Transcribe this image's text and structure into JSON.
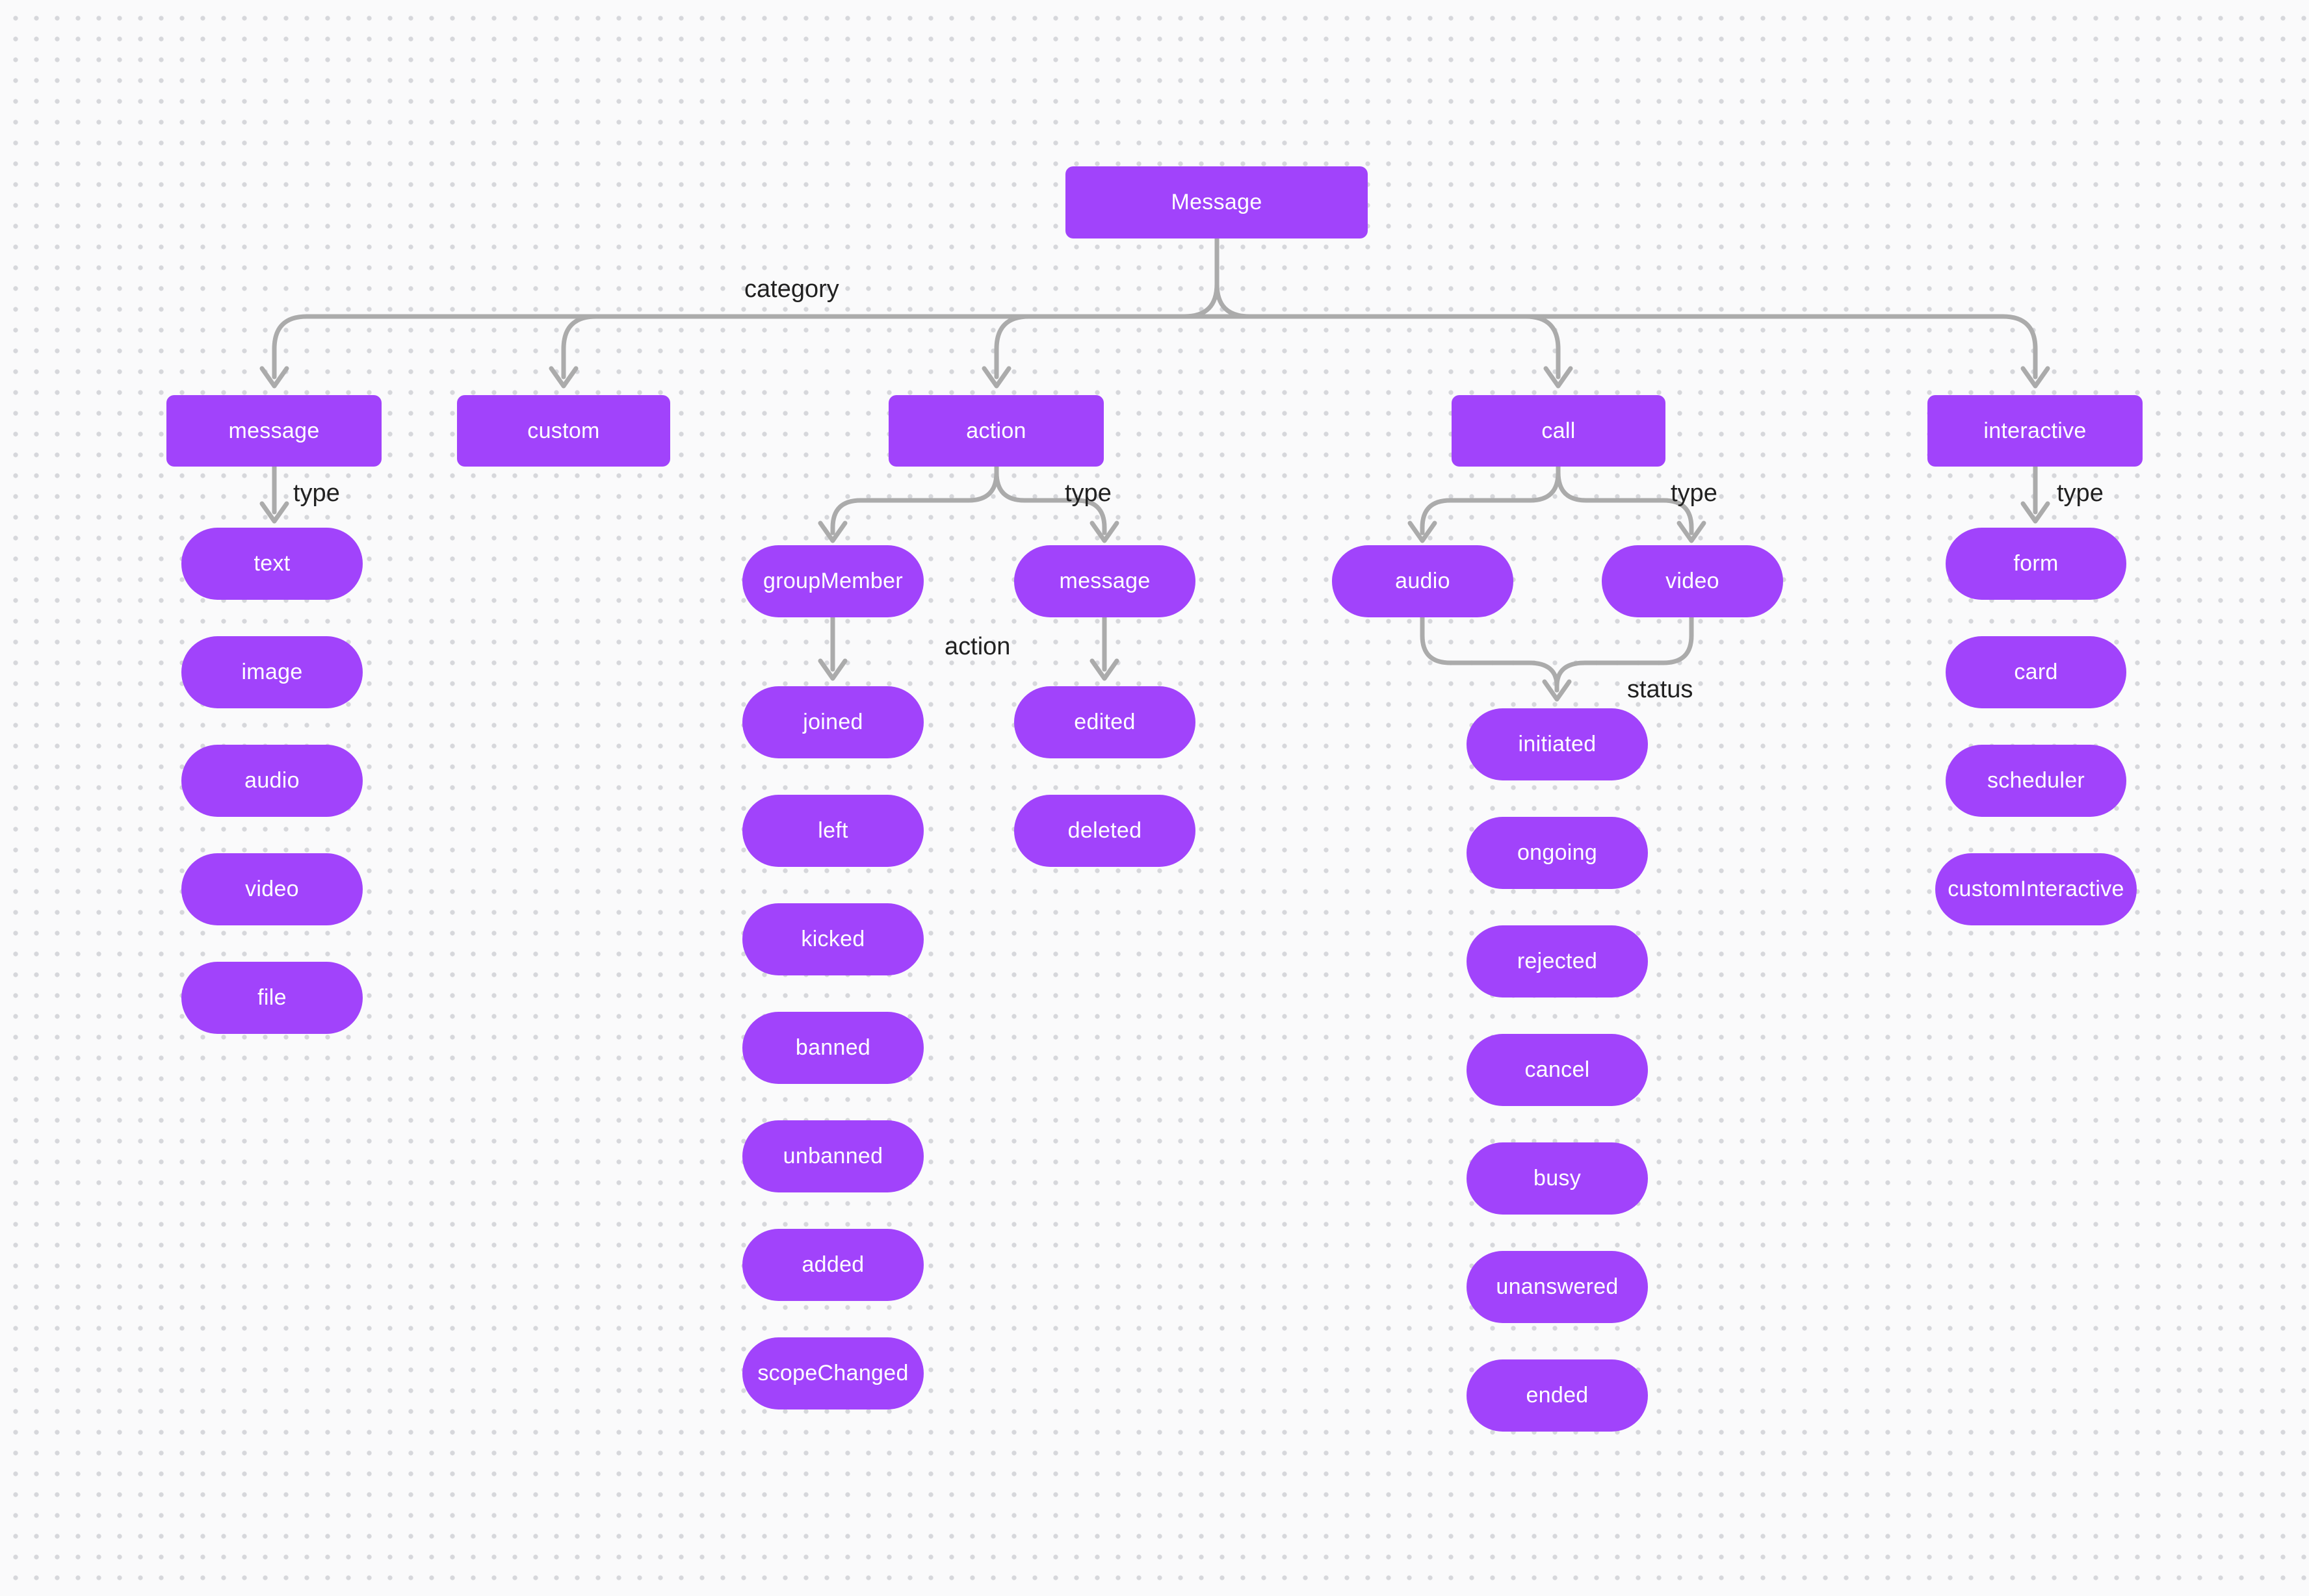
{
  "colors": {
    "node_fill": "#a143fb",
    "node_text": "#ffffff",
    "connector": "#ababab",
    "edge_label_text": "#212121",
    "background": "#fafafb",
    "dot_grid": "#d6d7db"
  },
  "root": {
    "label": "Message"
  },
  "edge_labels": {
    "category": "category",
    "type_message": "type",
    "type_action": "type",
    "type_call": "type",
    "type_interactive": "type",
    "action": "action",
    "status": "status"
  },
  "branches": [
    {
      "id": "message",
      "label": "message",
      "children": [
        "text",
        "image",
        "audio",
        "video",
        "file"
      ]
    },
    {
      "id": "custom",
      "label": "custom",
      "children": []
    },
    {
      "id": "action",
      "label": "action",
      "subnodes": [
        {
          "label": "groupMember",
          "children": [
            "joined",
            "left",
            "kicked",
            "banned",
            "unbanned",
            "added",
            "scopeChanged"
          ]
        },
        {
          "label": "message",
          "children": [
            "edited",
            "deleted"
          ]
        }
      ]
    },
    {
      "id": "call",
      "label": "call",
      "subnodes": [
        {
          "label": "audio"
        },
        {
          "label": "video"
        }
      ],
      "statuses": [
        "initiated",
        "ongoing",
        "rejected",
        "cancel",
        "busy",
        "unanswered",
        "ended"
      ]
    },
    {
      "id": "interactive",
      "label": "interactive",
      "children": [
        "form",
        "card",
        "scheduler",
        "customInteractive"
      ]
    }
  ]
}
